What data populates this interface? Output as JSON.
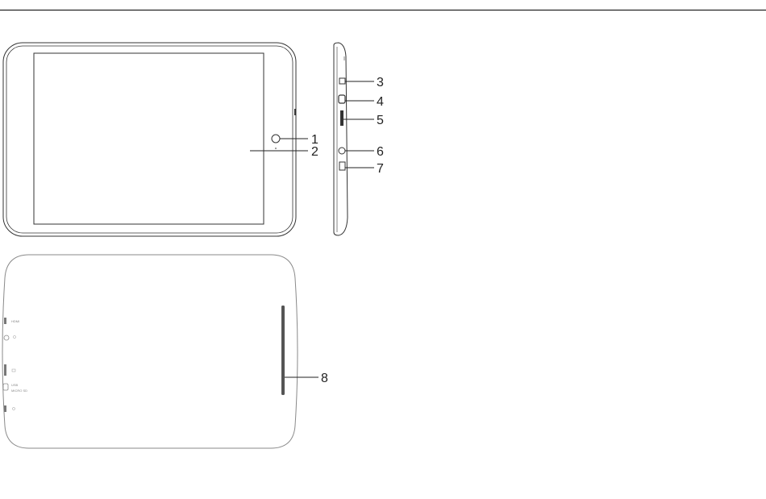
{
  "colors": {
    "outline": "#333333",
    "light": "#8a8a8a",
    "rule": "#000000"
  },
  "callouts": {
    "c1": "1",
    "c2": "2",
    "c3": "3",
    "c4": "4",
    "c5": "5",
    "c6": "6",
    "c7": "7",
    "c8": "8"
  },
  "back_labels": {
    "hdmi": "HDMI",
    "dc": "DC",
    "usb": "USB",
    "micro_sd": "MICRO SD"
  }
}
